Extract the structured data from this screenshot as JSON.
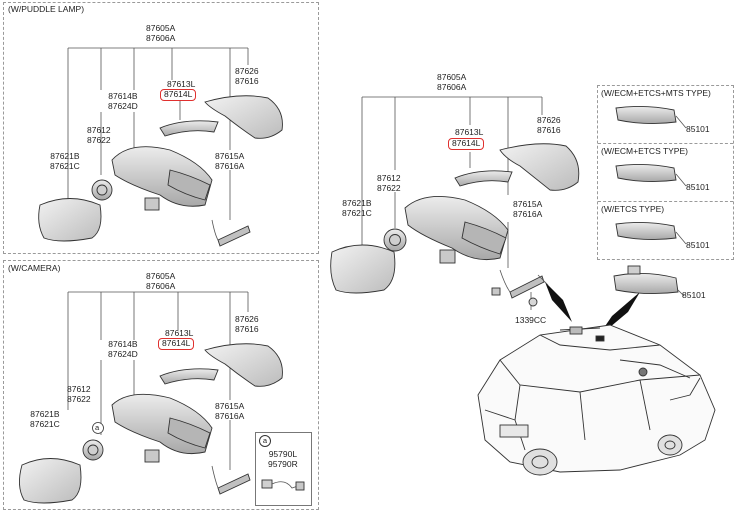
{
  "sections": {
    "puddle": {
      "caption": "(W/PUDDLE LAMP)",
      "labels": {
        "p87605": [
          "87605A",
          "87606A"
        ],
        "p87613": [
          "87613L"
        ],
        "p87614": [
          "87614L"
        ],
        "p87626": [
          "87626",
          "87616"
        ],
        "p87614b": [
          "87614B",
          "87624D"
        ],
        "p87612": [
          "87612",
          "87622"
        ],
        "p87621": [
          "87621B",
          "87621C"
        ],
        "p87615": [
          "87615A",
          "87616A"
        ]
      }
    },
    "camera": {
      "caption": "(W/CAMERA)",
      "labels": {
        "p87605": [
          "87605A",
          "87606A"
        ],
        "p87613": [
          "87613L"
        ],
        "p87614": [
          "87614L"
        ],
        "p87626": [
          "87626",
          "87616"
        ],
        "p87614b": [
          "87614B",
          "87624D"
        ],
        "p87612": [
          "87612",
          "87622"
        ],
        "p87621": [
          "87621B",
          "87621C"
        ],
        "p87615": [
          "87615A",
          "87616A"
        ]
      },
      "callout": "a",
      "inset_callout": "a",
      "inset_parts": [
        "95790L",
        "95790R"
      ]
    },
    "main": {
      "labels": {
        "p87605": [
          "87605A",
          "87606A"
        ],
        "p87613": [
          "87613L"
        ],
        "p87614": [
          "87614L"
        ],
        "p87626": [
          "87626",
          "87616"
        ],
        "p87612": [
          "87612",
          "87622"
        ],
        "p87621": [
          "87621B",
          "87621C"
        ],
        "p87615": [
          "87615A",
          "87616A"
        ],
        "p1339": [
          "1339CC"
        ]
      }
    },
    "inner_mirror": {
      "variants": [
        {
          "caption": "(W/ECM+ETCS+MTS TYPE)",
          "part": "85101"
        },
        {
          "caption": "(W/ECM+ETCS TYPE)",
          "part": "85101"
        },
        {
          "caption": "(W/ETCS TYPE)",
          "part": "85101"
        }
      ],
      "main_part": "85101"
    }
  },
  "colors": {
    "highlight": "#e0302e",
    "line": "#555555",
    "part_fill": "#d8d8d8"
  }
}
